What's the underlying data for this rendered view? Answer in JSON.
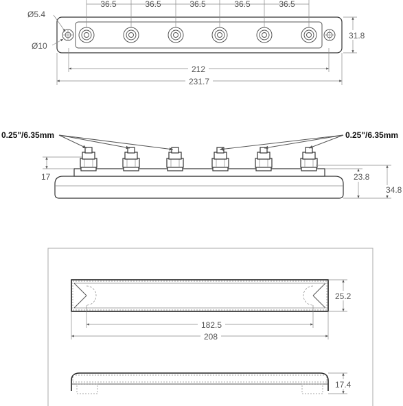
{
  "top_view": {
    "dims": {
      "hole_dia": "Ø5.4",
      "boss_dia": "Ø10",
      "pitch": [
        "36.5",
        "36.5",
        "36.5",
        "36.5",
        "36.5"
      ],
      "height": "31.8",
      "inner_length": "212",
      "overall_length": "231.7"
    }
  },
  "front_view": {
    "stud_callout_left": "0.25\"/6.35mm",
    "stud_callout_right": "0.25\"/6.35mm",
    "stud_height": "17",
    "base_height": "23.8",
    "total_height": "34.8"
  },
  "cover_view": {
    "dims": {
      "width": "25.2",
      "hole_spacing": "182.5",
      "overall_length": "208",
      "height": "17.4"
    }
  }
}
